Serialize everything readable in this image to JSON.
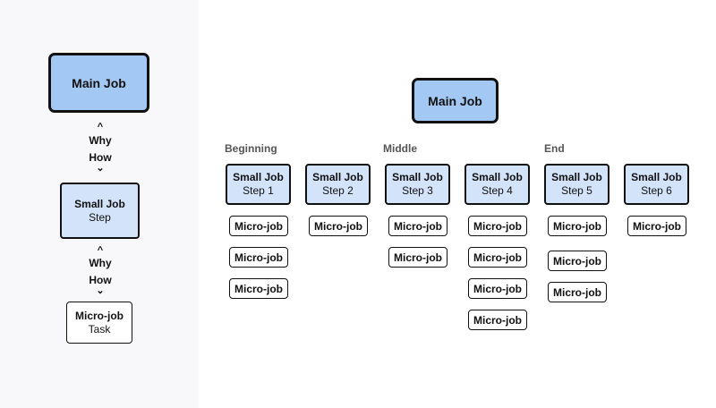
{
  "legend": {
    "main_job": "Main Job",
    "why_1": "Why",
    "how_1": "How",
    "small_job_title": "Small Job",
    "small_job_sub": "Step",
    "why_2": "Why",
    "how_2": "How",
    "micro_title": "Micro-job",
    "micro_sub": "Task"
  },
  "diagram": {
    "main_job": "Main Job",
    "phases": [
      "Beginning",
      "Middle",
      "End"
    ],
    "steps": [
      {
        "title": "Small Job",
        "sub": "Step 1",
        "micros": [
          "Micro-job",
          "Micro-job",
          "Micro-job"
        ]
      },
      {
        "title": "Small Job",
        "sub": "Step 2",
        "micros": [
          "Micro-job"
        ]
      },
      {
        "title": "Small Job",
        "sub": "Step 3",
        "micros": [
          "Micro-job",
          "Micro-job"
        ]
      },
      {
        "title": "Small Job",
        "sub": "Step 4",
        "micros": [
          "Micro-job",
          "Micro-job",
          "Micro-job",
          "Micro-job"
        ]
      },
      {
        "title": "Small Job",
        "sub": "Step 5",
        "micros": [
          "Micro-job",
          "Micro-job",
          "Micro-job"
        ]
      },
      {
        "title": "Small Job",
        "sub": "Step 6",
        "micros": [
          "Micro-job"
        ]
      }
    ]
  }
}
